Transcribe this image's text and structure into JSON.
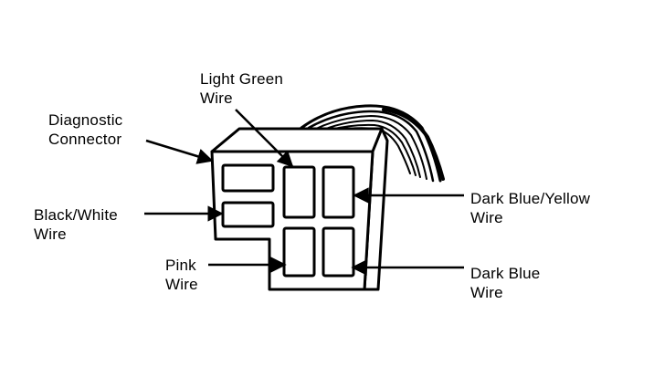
{
  "diagram": {
    "labels": {
      "light_green": {
        "line1": "Light Green",
        "line2": "Wire"
      },
      "diagnostic": {
        "line1": "Diagnostic",
        "line2": "Connector"
      },
      "black_white": {
        "line1": "Black/White",
        "line2": "Wire"
      },
      "pink": {
        "line1": "Pink",
        "line2": "Wire"
      },
      "dark_blue_yellow": {
        "line1": "Dark Blue/Yellow",
        "line2": "Wire"
      },
      "dark_blue": {
        "line1": "Dark Blue",
        "line2": "Wire"
      }
    },
    "colors": {
      "ink": "#000000",
      "background": "#ffffff"
    }
  }
}
